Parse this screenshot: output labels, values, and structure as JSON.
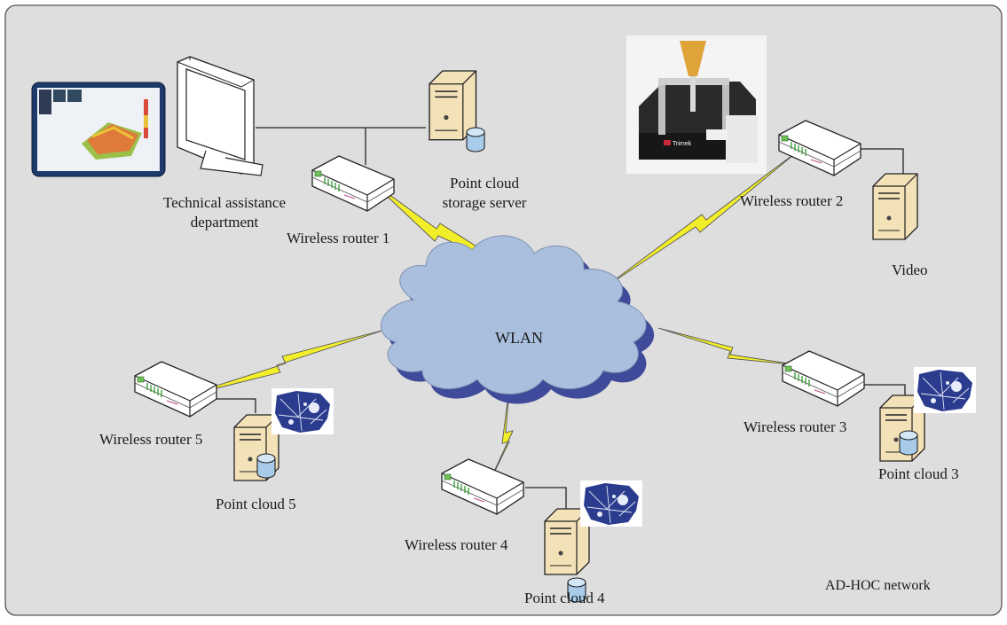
{
  "diagram": {
    "cloud_label": "WLAN",
    "network_label": "AD-HOC network",
    "nodes": {
      "technical_assistance": {
        "label_line1": "Technical assistance",
        "label_line2": "department"
      },
      "storage_server": {
        "label_line1": "Point cloud",
        "label_line2": "storage server"
      },
      "router1": {
        "label": "Wireless router 1"
      },
      "router2": {
        "label": "Wireless router 2"
      },
      "router3": {
        "label": "Wireless router 3"
      },
      "router4": {
        "label": "Wireless router 4"
      },
      "router5": {
        "label": "Wireless router 5"
      },
      "video": {
        "label": "Video"
      },
      "point_cloud_3": {
        "label": "Point cloud 3"
      },
      "point_cloud_4": {
        "label": "Point cloud 4"
      },
      "point_cloud_5": {
        "label": "Point cloud 5"
      },
      "cmm_machine": {
        "brand": "Trimek"
      }
    },
    "colors": {
      "panel_bg": "#dedede",
      "cloud_fill": "#aabfdd",
      "cloud_shadow": "#3f4a9a",
      "lightning": "#f3ee2a",
      "server_fill": "#f3e2b8",
      "scan_blue": "#2b3c8f"
    }
  }
}
